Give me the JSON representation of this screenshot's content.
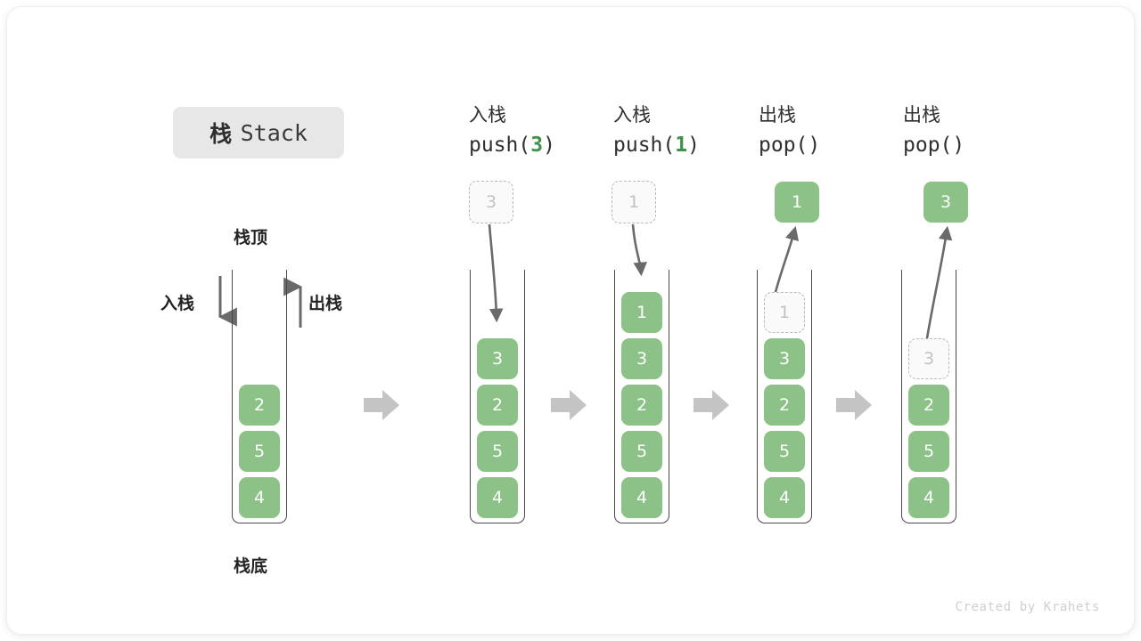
{
  "title": {
    "cn": "栈",
    "en": "Stack"
  },
  "labels": {
    "top": "栈顶",
    "bottom": "栈底",
    "push_side": "入栈",
    "pop_side": "出栈"
  },
  "colors": {
    "cell_green": "#8cc288",
    "arg_green": "#41924a",
    "ghost_fill": "#fafafa",
    "ghost_border": "#b9b9b9",
    "rail": "#4b4846",
    "step_arrow": "#c4c4c4",
    "badge_bg": "#e7e7e7"
  },
  "columns": [
    {
      "id": "initial",
      "head_line1": "",
      "head_line2": "",
      "head_arg": "",
      "cells": [
        "2",
        "5",
        "4"
      ],
      "floating": null,
      "ghost_in_stack": null
    },
    {
      "id": "push-3",
      "head_line1": "入栈",
      "head_line2_pre": "push(",
      "head_arg": "3",
      "head_line2_post": ")",
      "cells": [
        "3",
        "2",
        "5",
        "4"
      ],
      "floating": {
        "value": "3",
        "style": "ghost"
      },
      "ghost_in_stack": null
    },
    {
      "id": "push-1",
      "head_line1": "入栈",
      "head_line2_pre": "push(",
      "head_arg": "1",
      "head_line2_post": ")",
      "cells": [
        "1",
        "3",
        "2",
        "5",
        "4"
      ],
      "floating": {
        "value": "1",
        "style": "ghost"
      },
      "ghost_in_stack": null
    },
    {
      "id": "pop-1",
      "head_line1": "出栈",
      "head_line2_pre": "pop(",
      "head_arg": "",
      "head_line2_post": ")",
      "cells": [
        "3",
        "2",
        "5",
        "4"
      ],
      "floating": {
        "value": "1",
        "style": "solid"
      },
      "ghost_in_stack": "1"
    },
    {
      "id": "pop-2",
      "head_line1": "出栈",
      "head_line2_pre": "pop(",
      "head_arg": "",
      "head_line2_post": ")",
      "cells": [
        "2",
        "5",
        "4"
      ],
      "floating": {
        "value": "3",
        "style": "solid"
      },
      "ghost_in_stack": "3"
    }
  ],
  "footer": "Created by Krahets"
}
